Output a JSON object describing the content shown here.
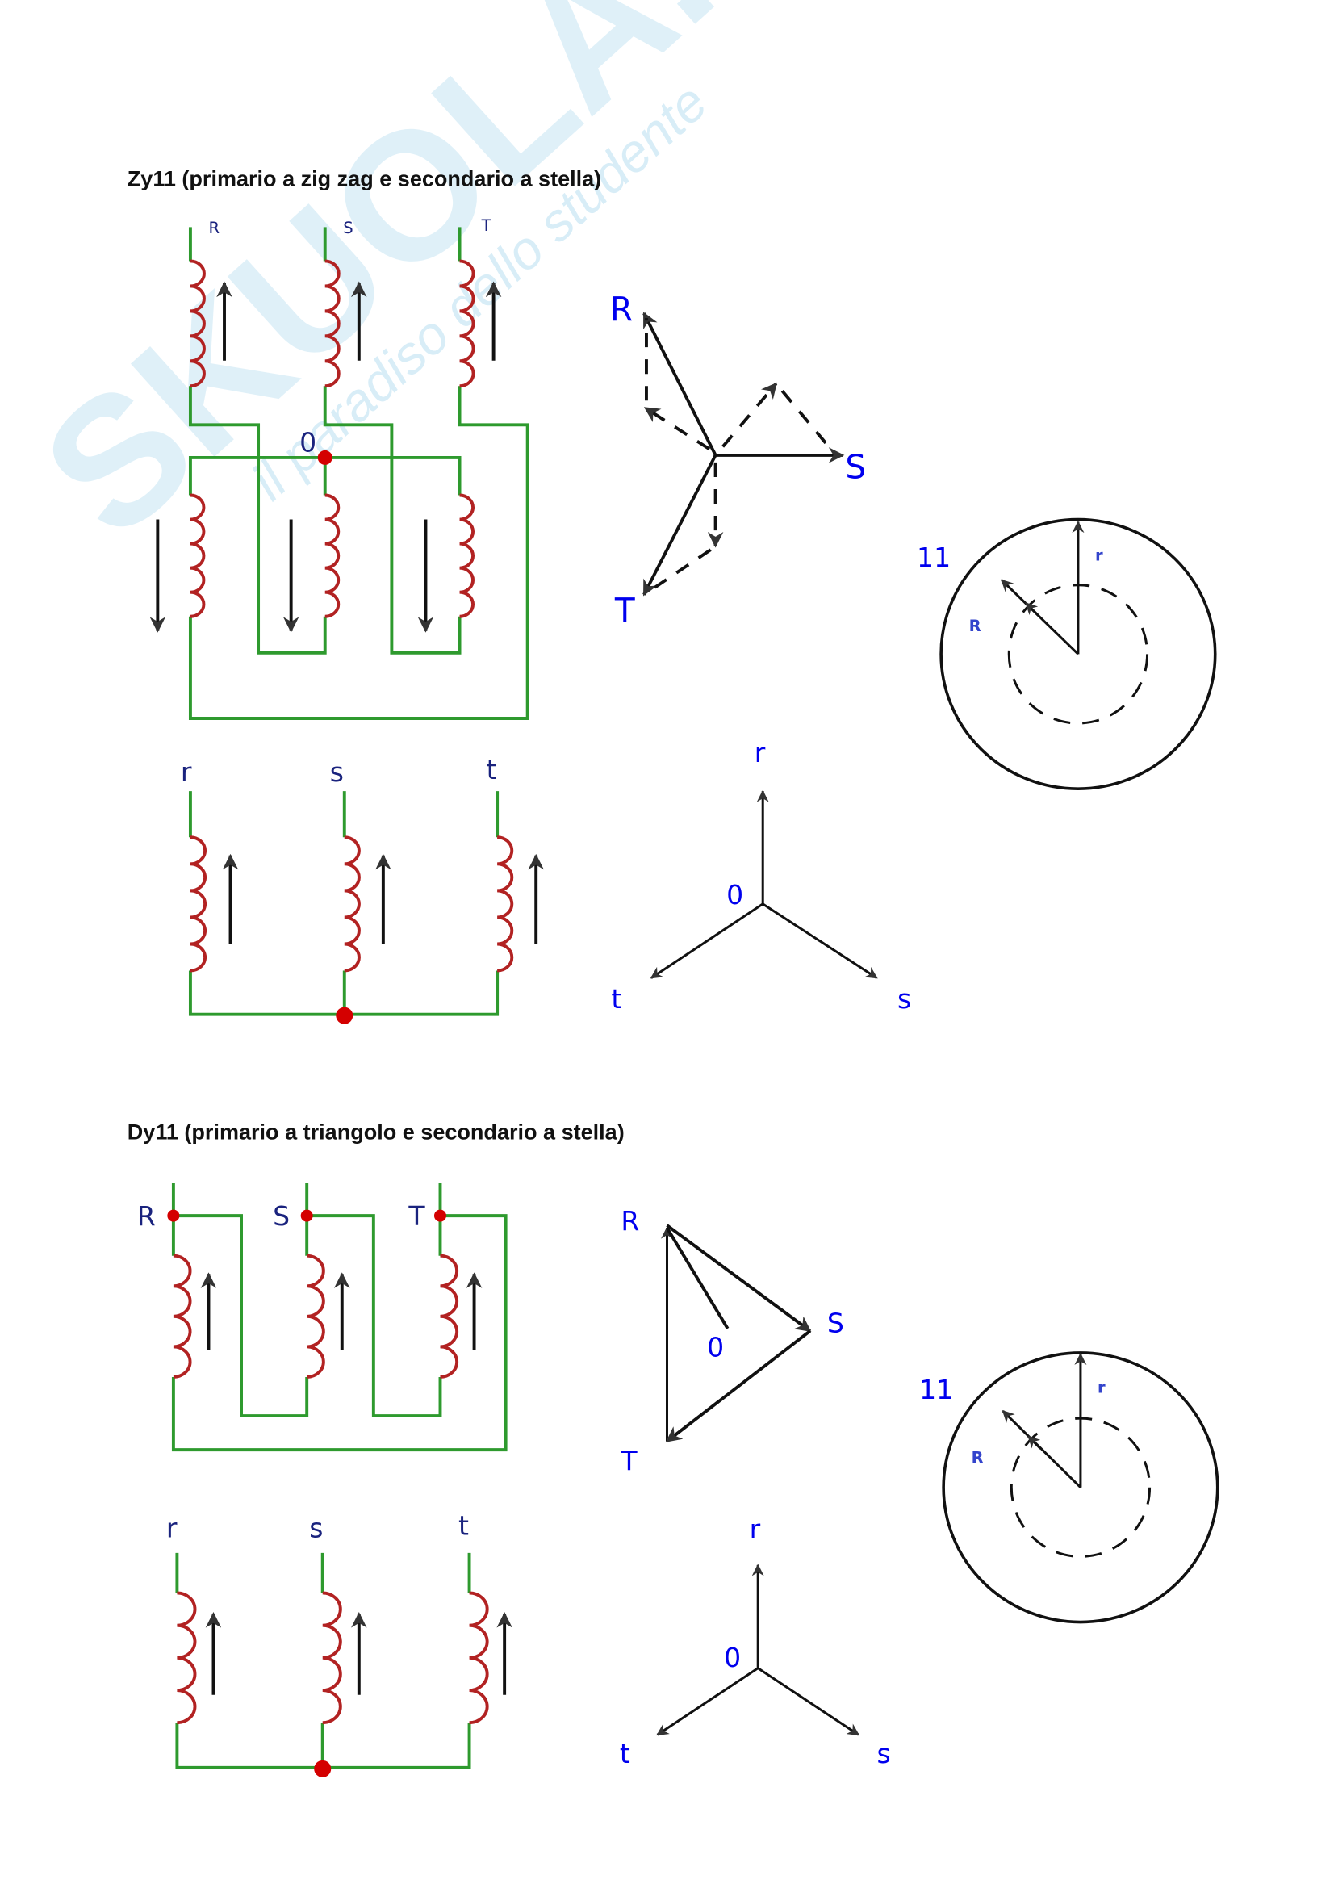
{
  "watermark": {
    "brand": "SKUOLA.net",
    "tagline": "il paradiso dello studente"
  },
  "section1": {
    "title": "Zy11 (primario a zig zag e secondario a stella)",
    "primary_labels": [
      "R",
      "S",
      "T"
    ],
    "neutral_label": "0",
    "secondary_labels": [
      "r",
      "s",
      "t"
    ],
    "phasor_primary_labels": [
      "R",
      "S",
      "T"
    ],
    "phasor_secondary_labels": [
      "r",
      "s",
      "t"
    ],
    "phasor_secondary_center": "0",
    "clock": {
      "hour": "11",
      "hand_r": "r",
      "hand_R": "R"
    }
  },
  "section2": {
    "title": "Dy11 (primario a triangolo e secondario a stella)",
    "primary_labels": [
      "R",
      "S",
      "T"
    ],
    "secondary_labels": [
      "r",
      "s",
      "t"
    ],
    "phasor_primary_labels": [
      "R",
      "S",
      "T"
    ],
    "phasor_primary_center": "0",
    "phasor_secondary_labels": [
      "r",
      "s",
      "t"
    ],
    "phasor_secondary_center": "0",
    "clock": {
      "hour": "11",
      "hand_r": "r",
      "hand_R": "R"
    }
  },
  "colors": {
    "wire": "#2e9a2e",
    "coil": "#b22222",
    "label": "#0000ee",
    "node": "#d40000"
  }
}
